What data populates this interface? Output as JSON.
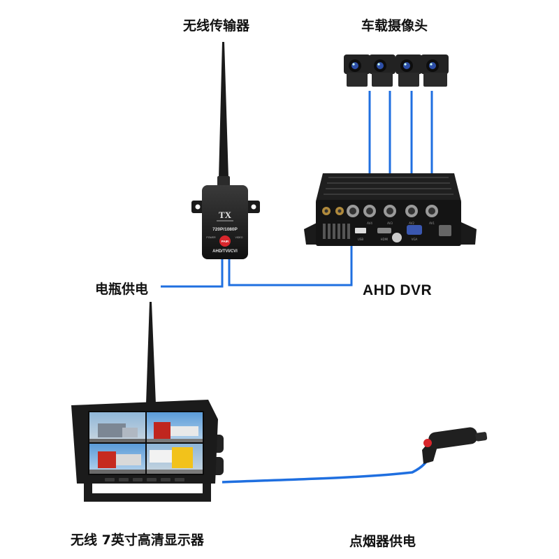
{
  "labels": {
    "transmitter": "无线传输器",
    "cameras": "车载摄像头",
    "battery_power": "电瓶供电",
    "dvr": "AHD DVR",
    "monitor": "无线 7英寸高清显示器",
    "cigarette_power": "点烟器供电"
  },
  "transmitter_device": {
    "brand": "TX",
    "resolution": "720P/1080P",
    "pair_button": "PAIR",
    "signal": "AHD/TVI/CVI",
    "port_left": "POWER",
    "port_right": "VIDEO"
  },
  "dvr_ports": {
    "usb": "USB",
    "hdmi": "HDMI",
    "vga": "VGA",
    "cams": [
      "AV4",
      "AV3",
      "AV2",
      "AV1"
    ]
  },
  "colors": {
    "cable": "#1f6fe0",
    "device": "#1b1b1b",
    "pair_button": "#d8262c"
  }
}
